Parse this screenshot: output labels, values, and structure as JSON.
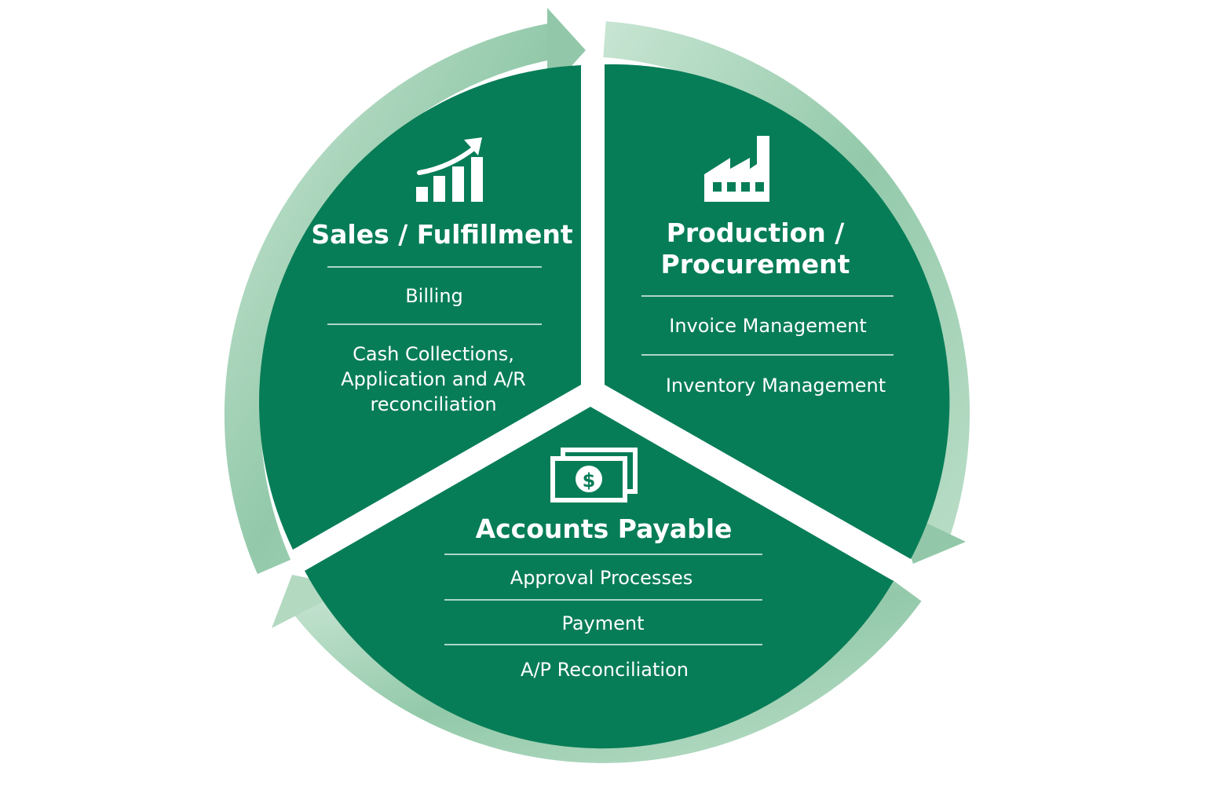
{
  "colors": {
    "segment_fill": "#077d57",
    "ring_light": "#b9dcc7",
    "ring_mid": "#8cc6a5",
    "text": "#ffffff"
  },
  "segments": [
    {
      "title": "Sales / Fulfillment",
      "icon": "growth-chart-icon",
      "items": [
        "Billing",
        "Cash Collections,",
        "Application and A/R",
        "reconciliation"
      ]
    },
    {
      "title_lines": [
        "Production /",
        "Procurement"
      ],
      "icon": "factory-icon",
      "items": [
        "Invoice Management",
        "Inventory Management"
      ]
    },
    {
      "title": "Accounts Payable",
      "icon": "money-bill-icon",
      "items": [
        "Approval Processes",
        "Payment",
        "A/P Reconciliation"
      ]
    }
  ]
}
